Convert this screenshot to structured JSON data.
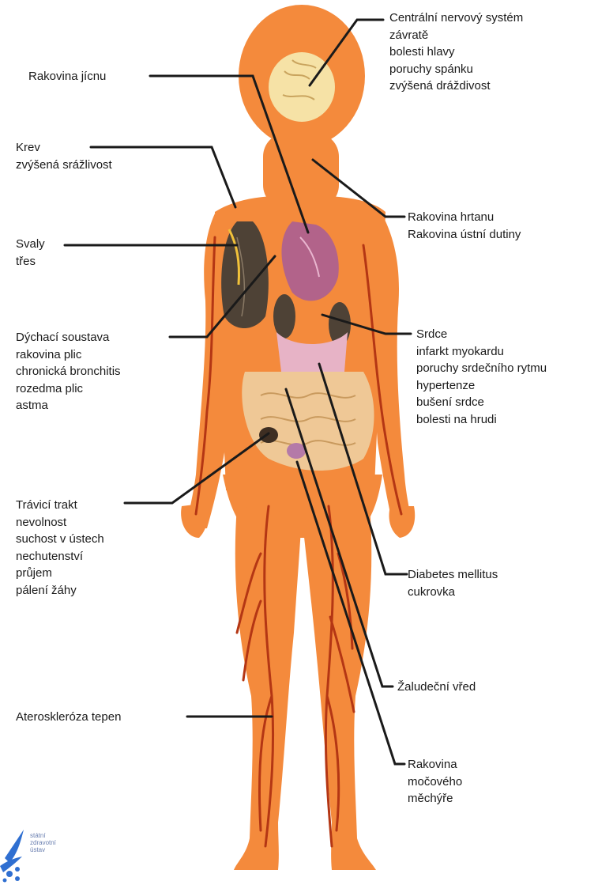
{
  "labels": {
    "cns": [
      "Centrální nervový systém",
      "závratě",
      "bolesti hlavy",
      "poruchy spánku",
      "zvýšená dráždivost"
    ],
    "esophagus": [
      "Rakovina jícnu"
    ],
    "blood": [
      "Krev",
      "zvýšená srážlivost"
    ],
    "larynx": [
      "Rakovina hrtanu",
      "Rakovina ústní dutiny"
    ],
    "muscles": [
      "Svaly",
      "třes"
    ],
    "respiratory": [
      "Dýchací soustava",
      "rakovina plic",
      "chronická bronchitis",
      "rozedma plic",
      "astma"
    ],
    "heart": [
      "Srdce",
      "infarkt myokardu",
      "poruchy srdečního rytmu",
      "hypertenze",
      "bušení srdce",
      "bolesti na hrudi"
    ],
    "digestive": [
      "Trávicí trakt",
      "nevolnost",
      "suchost v ústech",
      "nechutenství",
      "průjem",
      "pálení žáhy"
    ],
    "diabetes": [
      "Diabetes mellitus",
      "cukrovka"
    ],
    "stomach_ulcer": [
      "Žaludeční vřed"
    ],
    "atherosclerosis": [
      "Ateroskleróza tepen"
    ],
    "bladder": [
      "Rakovina",
      "močového",
      "měchýře"
    ]
  },
  "logo": {
    "lines": [
      "státní",
      "zdravotní",
      "ústav"
    ],
    "icon": "szu-logo"
  },
  "colors": {
    "body": "#F48A3C",
    "vessels": "#B43614",
    "brain": "#F6E2A6",
    "lungs": "#4E4236",
    "heart": "#B2638A",
    "intestine": "#EFC896",
    "logo": "#2F6FD1"
  }
}
